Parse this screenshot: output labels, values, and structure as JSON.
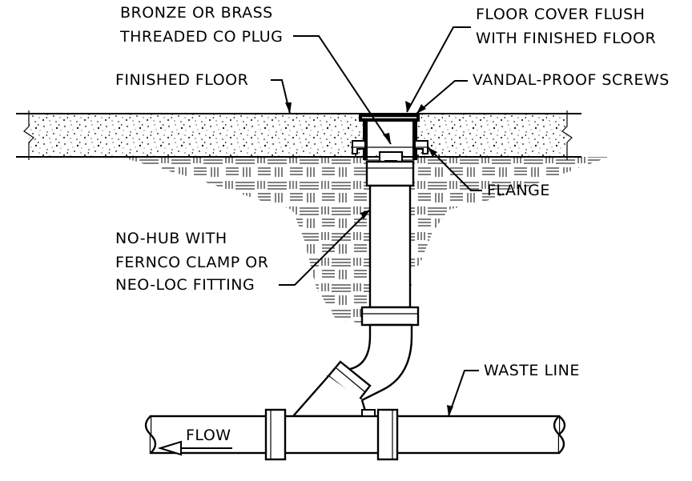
{
  "labels": {
    "co_plug_line1": "BRONZE OR BRASS",
    "co_plug_line2": "THREADED CO PLUG",
    "floor_cover_line1": "FLOOR COVER FLUSH",
    "floor_cover_line2": "WITH FINISHED FLOOR",
    "finished_floor": "FINISHED FLOOR",
    "vandal_proof": "VANDAL-PROOF SCREWS",
    "flange": "FLANGE",
    "nohub_line1": "NO-HUB WITH",
    "nohub_line2": "FERNCO CLAMP OR",
    "nohub_line3": "NEO-LOC FITTING",
    "waste_line": "WASTE LINE",
    "flow": "FLOW"
  }
}
